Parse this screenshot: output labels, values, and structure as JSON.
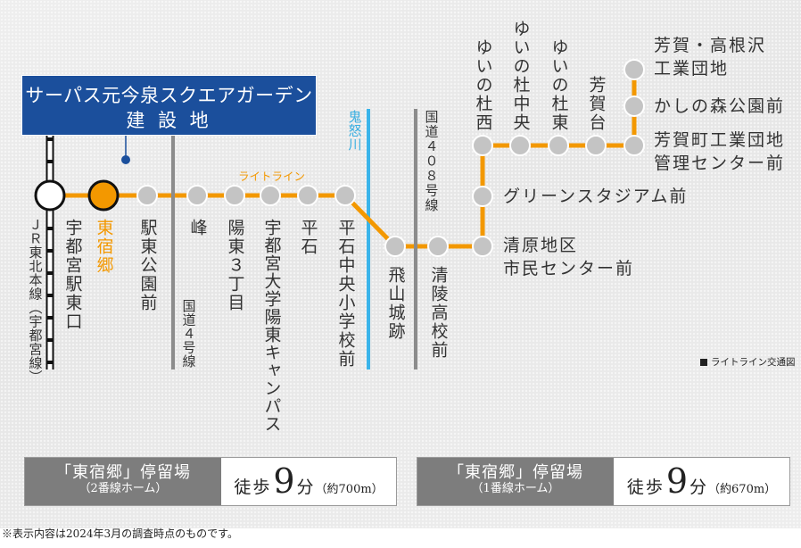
{
  "title": {
    "line1": "サーパス元今泉スクエアガーデン",
    "line2": "建 設 地"
  },
  "line_name": "ライトライン",
  "jr": {
    "line_label": "ＪＲ東北本線（宇都宮線）",
    "station": "宇都宮駅東口"
  },
  "stations": [
    {
      "name": "東宿郷",
      "highlight": true
    },
    {
      "name": "駅東公園前"
    },
    {
      "name": "峰"
    },
    {
      "name": "陽東３丁目"
    },
    {
      "name": "宇都宮大学陽東キャンパス"
    },
    {
      "name": "平石"
    },
    {
      "name": "平石中央小学校前"
    },
    {
      "name": "飛山城跡"
    },
    {
      "name": "清陵高校前"
    },
    {
      "name": "清原地区\n市民センター前"
    },
    {
      "name": "グリーンスタジアム前"
    },
    {
      "name": "ゆいの杜西"
    },
    {
      "name": "ゆいの杜中央"
    },
    {
      "name": "ゆいの杜東"
    },
    {
      "name": "芳賀台"
    },
    {
      "name": "芳賀町工業団地\n管理センター前"
    },
    {
      "name": "かしの森公園前"
    },
    {
      "name": "芳賀・高根沢\n工業団地"
    }
  ],
  "roads": {
    "route4": "国道４号線",
    "route408": "国道４０８号線"
  },
  "river": "鬼怒川",
  "legend": "ライトライン交通図",
  "access": [
    {
      "stop": "「東宿郷」停留場",
      "platform": "（2番線ホーム）",
      "walk_prefix": "徒歩",
      "minutes": "9",
      "unit": "分",
      "distance": "（約700m）"
    },
    {
      "stop": "「東宿郷」停留場",
      "platform": "（1番線ホーム）",
      "walk_prefix": "徒歩",
      "minutes": "9",
      "unit": "分",
      "distance": "（約670m）"
    }
  ],
  "footnote": "※表示内容は2024年3月の調査時点のものです。",
  "colors": {
    "lightline": "#f39800",
    "title_bg": "#1b4f9c",
    "river": "#3ab4ea",
    "road": "#8c8c8c",
    "station": "#c4c4c4",
    "access_label_bg": "#7d7d7d"
  }
}
